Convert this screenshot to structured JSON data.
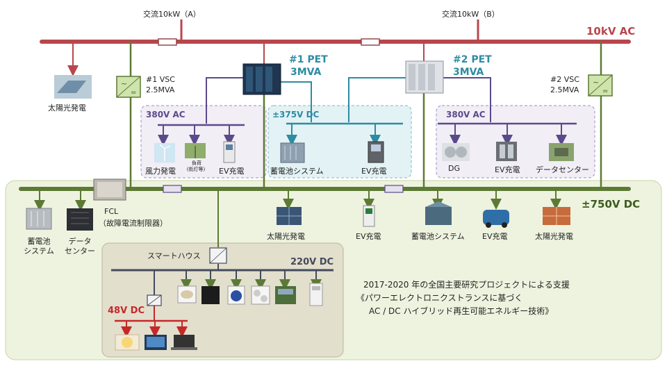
{
  "ac_sources": {
    "a": "交流10kW（A）",
    "b": "交流10kW（B）"
  },
  "buses": {
    "ac10kv": "10kV AC",
    "dc750": "±750V DC",
    "dc220": "220V DC",
    "dc48": "48V DC"
  },
  "vsc": {
    "v1": [
      "#1 VSC",
      "2.5MVA"
    ],
    "v2": [
      "#2 VSC",
      "2.5MVA"
    ]
  },
  "pet": {
    "p1": [
      "#1 PET",
      "3MVA"
    ],
    "p2": [
      "#2 PET",
      "3MVA"
    ]
  },
  "solar_ac": "太陽光発電",
  "box1": {
    "title": "380V AC",
    "items": [
      "風力発電",
      "負荷",
      "(街灯等)",
      "EV充電"
    ]
  },
  "box2": {
    "title": "±375V DC",
    "items": [
      "蓄電池システム",
      "EV充電"
    ]
  },
  "box3": {
    "title": "380V AC",
    "items": [
      "DG",
      "EV充電",
      "データセンター"
    ]
  },
  "fcl": {
    "line1": "FCL",
    "line2": "（故障電流制限器）"
  },
  "left_items": {
    "battery": [
      "蓄電池",
      "システム"
    ],
    "datacenter": [
      "データ",
      "センター"
    ]
  },
  "dc750_items": [
    "太陽光発電",
    "EV充電",
    "蓄電池システム",
    "EV充電",
    "太陽光発電"
  ],
  "smart_house": "スマートハウス",
  "note": [
    "2017-2020 年の全国主要研究プロジェクトによる支援",
    "《パワーエレクトロニクストランスに基づく",
    "AC / DC ハイブリッド再生可能エネルギー技術》"
  ],
  "colors": {
    "ac": "#b8474d",
    "dc_green": "#5c7a34",
    "purple": "#5b4a8a",
    "teal": "#2d8ba3",
    "red_48": "#c62828",
    "green_area": "#eef3df",
    "house_area": "#e2dfcd"
  }
}
